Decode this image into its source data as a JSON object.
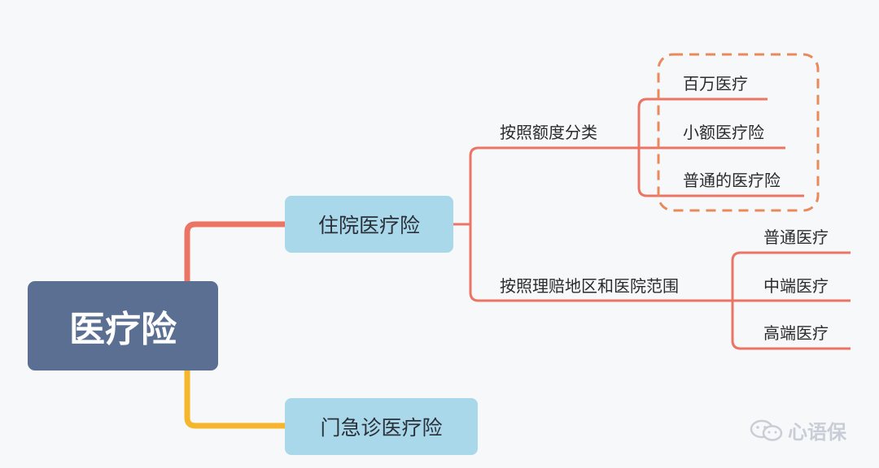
{
  "root": {
    "label": "医疗险"
  },
  "branches": {
    "inpatient": {
      "label": "住院医疗险"
    },
    "outpatient": {
      "label": "门急诊医疗险"
    }
  },
  "categories": {
    "by_amount": {
      "label": "按照额度分类",
      "items": [
        "百万医疗",
        "小额医疗险",
        "普通的医疗险"
      ]
    },
    "by_region": {
      "label": "按照理赔地区和医院范围",
      "items": [
        "普通医疗",
        "中端医疗",
        "高端医疗"
      ]
    }
  },
  "watermark": {
    "text": "心语保"
  },
  "colors": {
    "root_fill": "#5b6f93",
    "branch_fill": "#a9d8ea",
    "red_line": "#ec7464",
    "yellow_line": "#f6b62b",
    "highlight_border": "#e88a5b"
  }
}
